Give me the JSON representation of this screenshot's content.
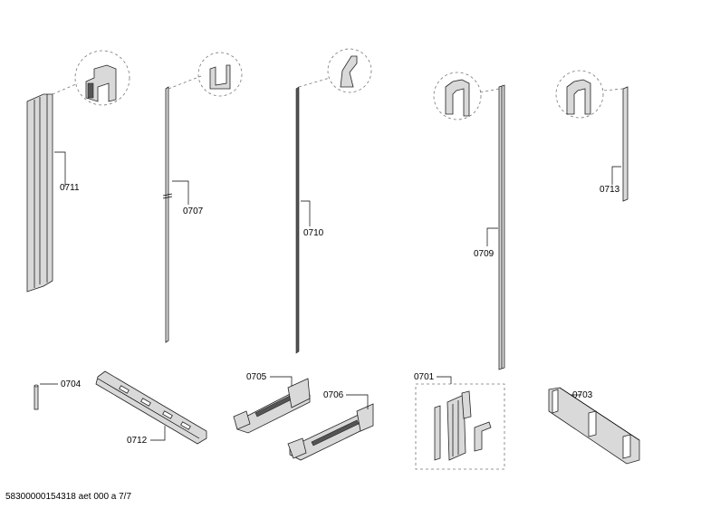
{
  "parts": [
    {
      "id": "0711",
      "label": "0711"
    },
    {
      "id": "0707",
      "label": "0707"
    },
    {
      "id": "0710",
      "label": "0710"
    },
    {
      "id": "0709",
      "label": "0709"
    },
    {
      "id": "0713",
      "label": "0713"
    },
    {
      "id": "0704",
      "label": "0704"
    },
    {
      "id": "0712",
      "label": "0712"
    },
    {
      "id": "0705",
      "label": "0705"
    },
    {
      "id": "0706",
      "label": "0706"
    },
    {
      "id": "0701",
      "label": "0701"
    },
    {
      "id": "0703",
      "label": "0703"
    }
  ],
  "footer": "58300000154318 aet 000 a 7/7"
}
